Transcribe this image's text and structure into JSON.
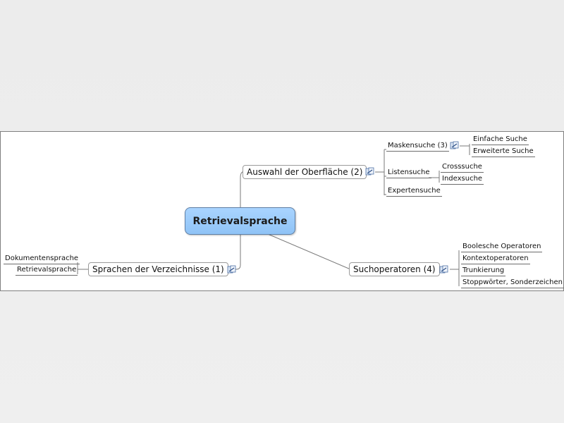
{
  "central": {
    "label": "Retrievalsprache"
  },
  "branches": {
    "auswahl": {
      "label": "Auswahl der Oberfläche (2)"
    },
    "sprachen": {
      "label": "Sprachen der Verzeichnisse (1)"
    },
    "suchoperatoren": {
      "label": "Suchoperatoren (4)"
    }
  },
  "subtopics": {
    "maskensuche": "Maskensuche (3)",
    "listensuche": "Listensuche",
    "expertensuche": "Expertensuche",
    "einfache_suche": "Einfache Suche",
    "erweiterte_suche": "Erweiterte Suche",
    "crosssuche": "Crosssuche",
    "indexsuche": "Indexsuche",
    "dokumentensprache": "Dokumentensprache",
    "retrievalsprache": "Retrievalsprache",
    "boolesche_operatoren": "Boolesche Operatoren",
    "kontextoperatoren": "Kontextoperatoren",
    "trunkierung": "Trunkierung",
    "stoppwoerter": "Stoppwörter, Sonderzeichen"
  },
  "colors": {
    "central_fill": "#9fccfb",
    "central_border": "#5f7fa5",
    "connector": "#7a7a7a",
    "panel_border": "#7f7f7f"
  },
  "icons": {
    "link_icon": "attachment-link-icon"
  }
}
